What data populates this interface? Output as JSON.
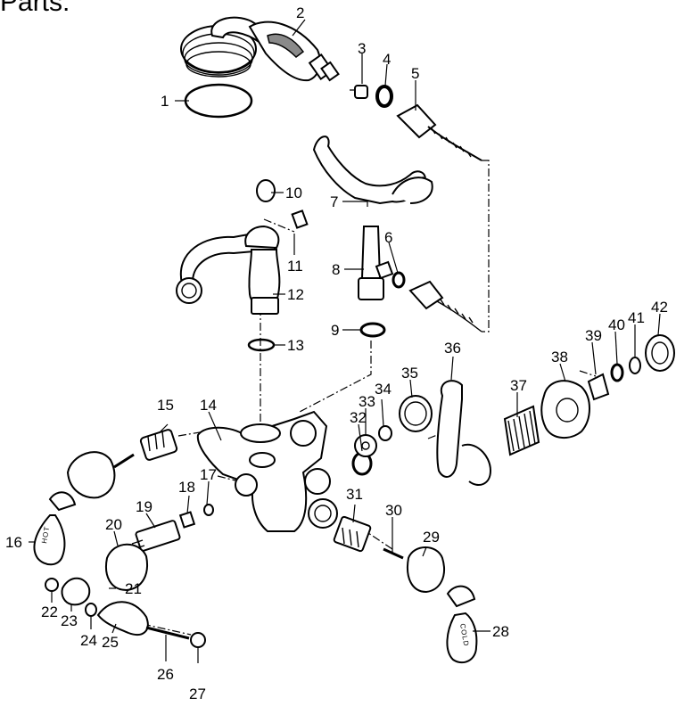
{
  "heading": "Parts:",
  "handle_text": {
    "hot": "HOT",
    "cold": "COLD"
  },
  "callouts": [
    "1",
    "2",
    "3",
    "4",
    "5",
    "6",
    "7",
    "8",
    "9",
    "10",
    "11",
    "12",
    "13",
    "14",
    "15",
    "16",
    "17",
    "18",
    "19",
    "20",
    "21",
    "22",
    "23",
    "24",
    "25",
    "26",
    "27",
    "28",
    "29",
    "30",
    "31",
    "32",
    "33",
    "34",
    "35",
    "36",
    "37",
    "38",
    "39",
    "40",
    "41",
    "42"
  ]
}
